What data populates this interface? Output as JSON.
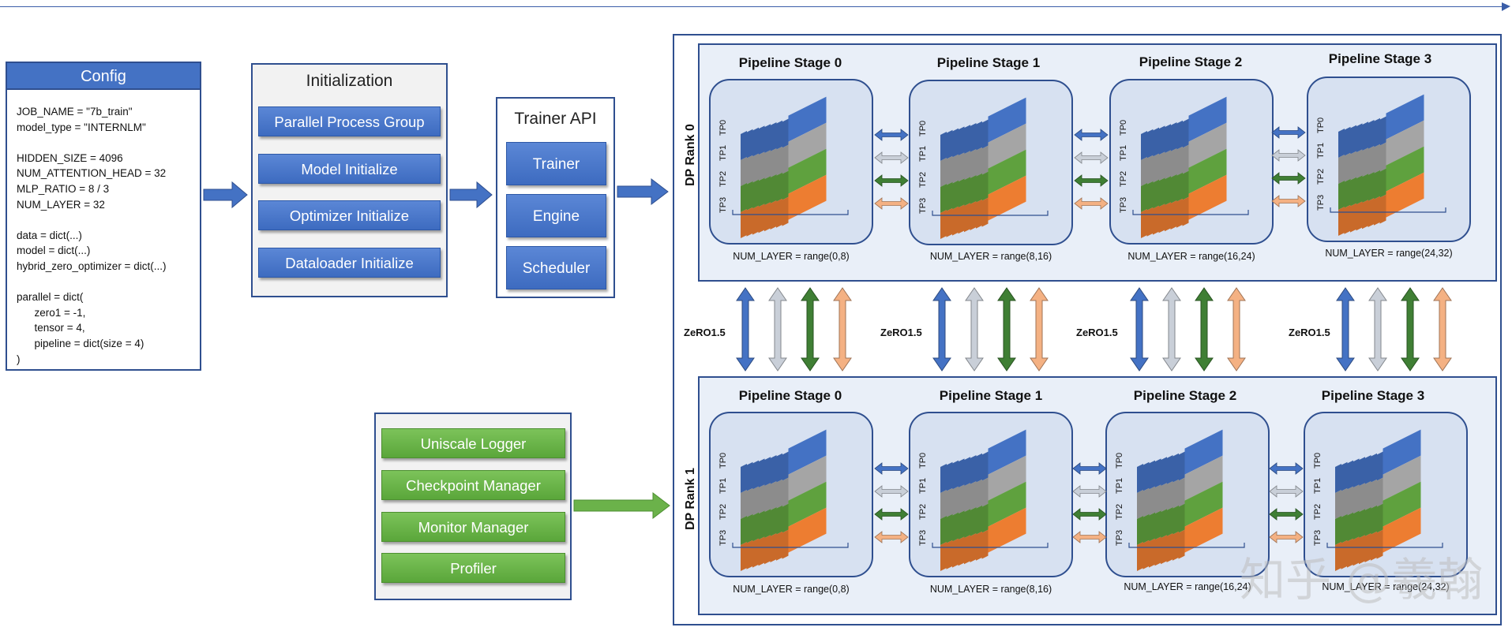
{
  "config": {
    "title": "Config",
    "lines": [
      "JOB_NAME = \"7b_train\"",
      "model_type = \"INTERNLM\"",
      "",
      "HIDDEN_SIZE = 4096",
      "NUM_ATTENTION_HEAD = 32",
      "MLP_RATIO = 8 / 3",
      "NUM_LAYER = 32",
      "",
      "data = dict(...)",
      "model = dict(...)",
      "hybrid_zero_optimizer = dict(...)",
      "",
      "parallel = dict(",
      "      zero1 = -1,",
      "      tensor = 4,",
      "      pipeline = dict(size = 4)",
      ")"
    ]
  },
  "initialization": {
    "title": "Initialization",
    "items": [
      "Parallel Process Group",
      "Model Initialize",
      "Optimizer Initialize",
      "Dataloader Initialize"
    ]
  },
  "trainer_api": {
    "title": "Trainer API",
    "items": [
      "Trainer",
      "Engine",
      "Scheduler"
    ]
  },
  "tools": {
    "items": [
      "Uniscale Logger",
      "Checkpoint Manager",
      "Monitor Manager",
      "Profiler"
    ]
  },
  "dp_ranks": [
    {
      "label": "DP Rank 0",
      "stages": [
        {
          "title": "Pipeline Stage 0",
          "num_layer": "NUM_LAYER = range(0,8)"
        },
        {
          "title": "Pipeline Stage 1",
          "num_layer": "NUM_LAYER = range(8,16)"
        },
        {
          "title": "Pipeline Stage 2",
          "num_layer": "NUM_LAYER = range(16,24)"
        },
        {
          "title": "Pipeline Stage 3",
          "num_layer": "NUM_LAYER = range(24,32)"
        }
      ]
    },
    {
      "label": "DP Rank 1",
      "stages": [
        {
          "title": "Pipeline Stage 0",
          "num_layer": "NUM_LAYER = range(0,8)"
        },
        {
          "title": "Pipeline Stage 1",
          "num_layer": "NUM_LAYER = range(8,16)"
        },
        {
          "title": "Pipeline Stage 2",
          "num_layer": "NUM_LAYER = range(16,24)"
        },
        {
          "title": "Pipeline Stage 3",
          "num_layer": "NUM_LAYER = range(24,32)"
        }
      ]
    }
  ],
  "tp_labels": [
    "TP0",
    "TP1",
    "TP2",
    "TP3"
  ],
  "zero_label": "ZeRO1.5",
  "watermark": "知乎 @羲翰",
  "colors": {
    "tp0": "#4472c4",
    "tp1": "#a5a5a5",
    "tp2": "#5fa13e",
    "tp3": "#ed7d31",
    "frame": "#2f4f8f",
    "stage_fill": "#d7e1f1",
    "arrow_blue": "#4472c4",
    "arrow_gray": "#c9cfd8",
    "arrow_green": "#3f7f34",
    "arrow_orange": "#f4b183"
  }
}
